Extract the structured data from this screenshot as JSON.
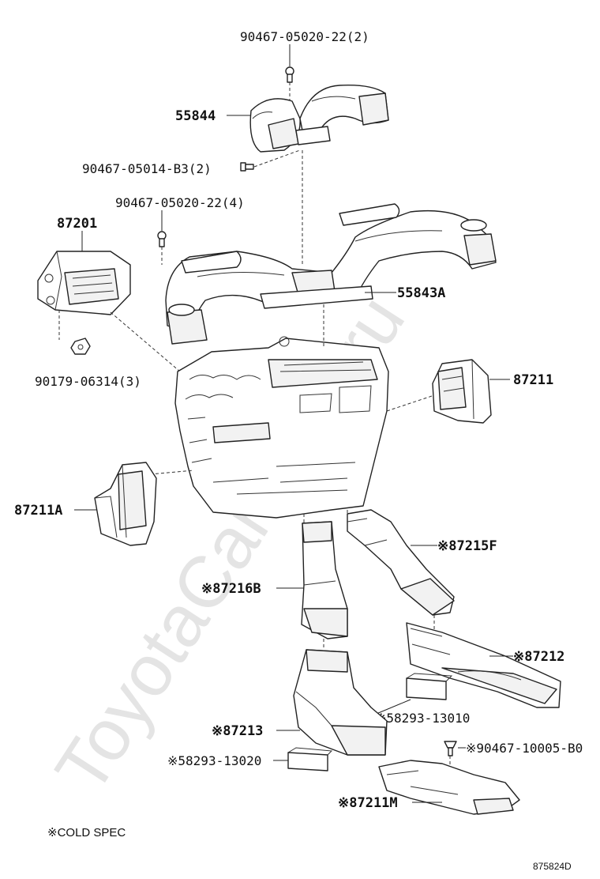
{
  "watermark": "ToyotaCarMine.ru",
  "labels": {
    "top_screw": "90467-05020-22(2)",
    "duct_55844": "55844",
    "screw_b3": "90467-05014-B3(2)",
    "screw_4": "90467-05020-22(4)",
    "part_87201": "87201",
    "duct_55843a": "55843A",
    "nut": "90179-06314(3)",
    "part_87211": "87211",
    "part_87211a": "87211A",
    "part_87215f": "※87215F",
    "part_87216b": "※87216B",
    "part_87212": "※87212",
    "part_58293_13010": "※58293-13010",
    "part_87213": "※87213",
    "clip": "※90467-10005-B0",
    "part_58293_13020": "※58293-13020",
    "part_87211m": "※87211M"
  },
  "footnote": "※COLD SPEC",
  "diagram_id": "875824D"
}
